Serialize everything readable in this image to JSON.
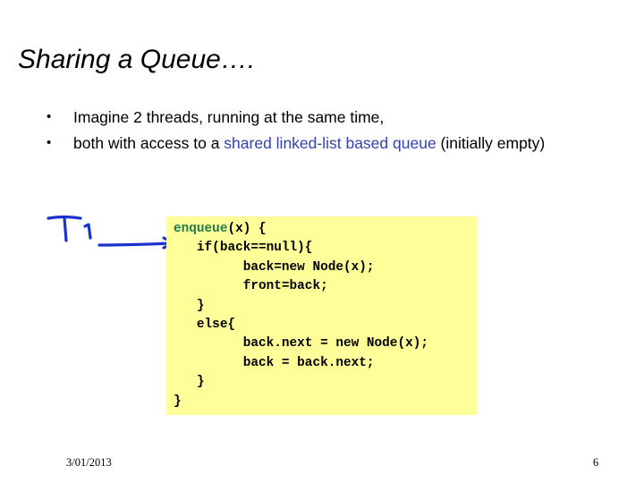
{
  "slide": {
    "title": "Sharing a Queue….",
    "bullets": [
      {
        "bullet_char": "•",
        "text_before": "Imagine 2 threads, running at the same time,",
        "highlight": "",
        "text_after": ""
      },
      {
        "bullet_char": "•",
        "text_before": "both with access to a ",
        "highlight": "shared linked-list based queue",
        "text_after": " (initially empty)"
      }
    ],
    "annotation": {
      "label": "T1",
      "icon": "handwritten-arrow-icon"
    },
    "code": {
      "function_name": "enqueue",
      "first_line_rest": "(x) {",
      "lines": [
        "   if(back==null){",
        "         back=new Node(x);",
        "         front=back;",
        "   }",
        "   else{",
        "         back.next = new Node(x);",
        "         back = back.next;",
        "   }",
        "}"
      ]
    },
    "footer": {
      "date": "3/01/2013",
      "page_number": "6"
    }
  },
  "colors": {
    "code_background": "#ffff99",
    "highlight_text": "#3342b0",
    "function_name": "#227a4a",
    "annotation_ink": "#1a33cc"
  }
}
